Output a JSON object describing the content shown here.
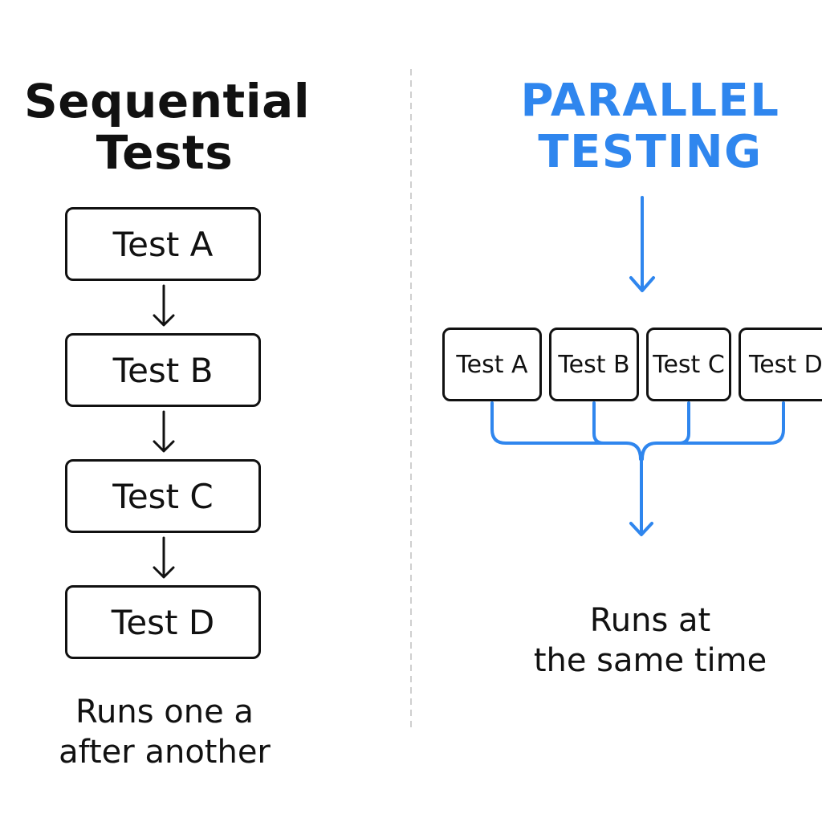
{
  "sequential": {
    "title_line1": "Sequential",
    "title_line2": "Tests",
    "tests": [
      "Test A",
      "Test B",
      "Test C",
      "Test D"
    ],
    "caption_line1": "Runs one a",
    "caption_line2": "after another"
  },
  "parallel": {
    "title_line1": "PARALLEL",
    "title_line2": "TESTING",
    "tests": [
      "Test A",
      "Test B",
      "Test C",
      "Test D"
    ],
    "caption_line1": "Runs at",
    "caption_line2": "the same time"
  },
  "colors": {
    "accent": "#2f86ee",
    "ink": "#111111",
    "divider": "#cfcfcf"
  }
}
